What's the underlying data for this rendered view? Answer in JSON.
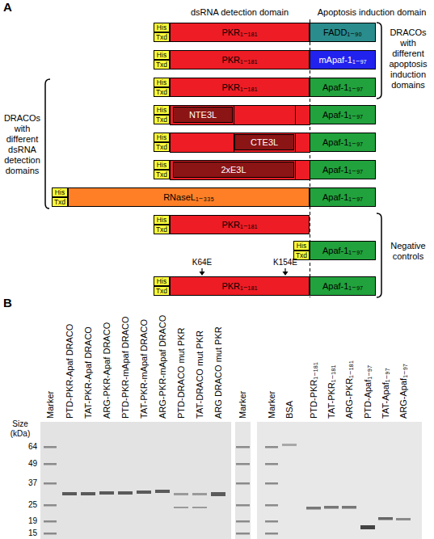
{
  "diagram": {
    "nodes": [
      {
        "text": [
          "His"
        ]
      },
      {
        "text": [
          "Txd"
        ]
      },
      {
        "text": [
          "PKR₁₋₁₈₁"
        ]
      },
      {
        "text": [
          "FADD₁₋₉₀"
        ]
      },
      {
        "text": [
          "His"
        ]
      },
      {
        "text": [
          "Txd"
        ]
      },
      {
        "text": [
          "PKR₁₋₁₈₁"
        ]
      },
      {
        "text": [
          "mApaf-1₁₋₉₇"
        ]
      },
      {
        "text": [
          "His"
        ]
      },
      {
        "text": [
          "Txd"
        ]
      },
      {
        "text": [
          "PKR₁₋₁₈₁"
        ]
      },
      {
        "text": [
          "Apaf-1₁₋₉₇"
        ]
      },
      {
        "text": [
          "His"
        ]
      },
      {
        "text": [
          "Txd"
        ]
      },
      {
        "text": [
          "NTE3L"
        ]
      },
      {
        "text": [
          "Apaf-1₁₋₉₇"
        ]
      },
      {
        "text": [
          "His"
        ]
      },
      {
        "text": [
          "Txd"
        ]
      },
      {
        "text": [
          "CTE3L"
        ]
      },
      {
        "text": [
          "Apaf-1₁₋₉₇"
        ]
      },
      {
        "text": [
          "His"
        ]
      },
      {
        "text": [
          "Txd"
        ]
      },
      {
        "text": [
          "2xE3L"
        ]
      },
      {
        "text": [
          "Apaf-1₁₋₉₇"
        ]
      },
      {
        "text": [
          "His"
        ]
      },
      {
        "text": [
          "Txd"
        ]
      },
      {
        "text": [
          "RNaseL₁₋₃₃₅"
        ]
      },
      {
        "text": [
          "Apaf-1₁₋₉₇"
        ]
      },
      {
        "text": [
          "His"
        ]
      },
      {
        "text": [
          "Txd"
        ]
      },
      {
        "text": [
          "PKR₁₋₁₈₁"
        ]
      },
      {
        "text": [
          "His"
        ]
      },
      {
        "text": [
          "Txd"
        ]
      },
      {
        "text": [
          "Apaf-1₁₋₉₇"
        ]
      },
      {
        "text": [
          "His"
        ]
      },
      {
        "text": [
          "Txd"
        ]
      },
      {
        "text": [
          "PKR₁₋₁₈₁"
        ]
      },
      {
        "text": [
          "Apaf-1₁₋₉₇"
        ]
      }
    ],
    "labels": [
      "A",
      "dsRNA detection domain",
      "Apoptosis induction domain",
      "DRACOs with different apoptosis induction domains",
      "DRACOs with different dsRNA detection domains",
      "Negative controls",
      "K64E",
      "K154E",
      "B",
      "Marker",
      "PTD-PKR-Apaf DRACO",
      "TAT-PKR-Apaf DRACO",
      "ARG-PKR-Apaf DRACO",
      "PTD-PKR-mApaf DRACO",
      "TAT-PKR-mApaf DRACO",
      "ARG-PKR-mApaf DRACO",
      "PTD-DRACO mut PKR",
      "TAT-DRACO mut PKR",
      "ARG DRACO mut PKR",
      "Marker",
      "Marker",
      "BSA",
      "PTD-PKR₁₋₁₈₁",
      "TAT-PKR₁₋₁₈₁",
      "ARG-PKR₁₋₁₈₁",
      "PTD-Apaf₁₋₉₇",
      "TAT-Apaf₁₋₉₇",
      "ARG-Apaf₁₋₉₇",
      "Size (kDa)",
      "64",
      "49",
      "37",
      "25",
      "19",
      "15"
    ]
  }
}
